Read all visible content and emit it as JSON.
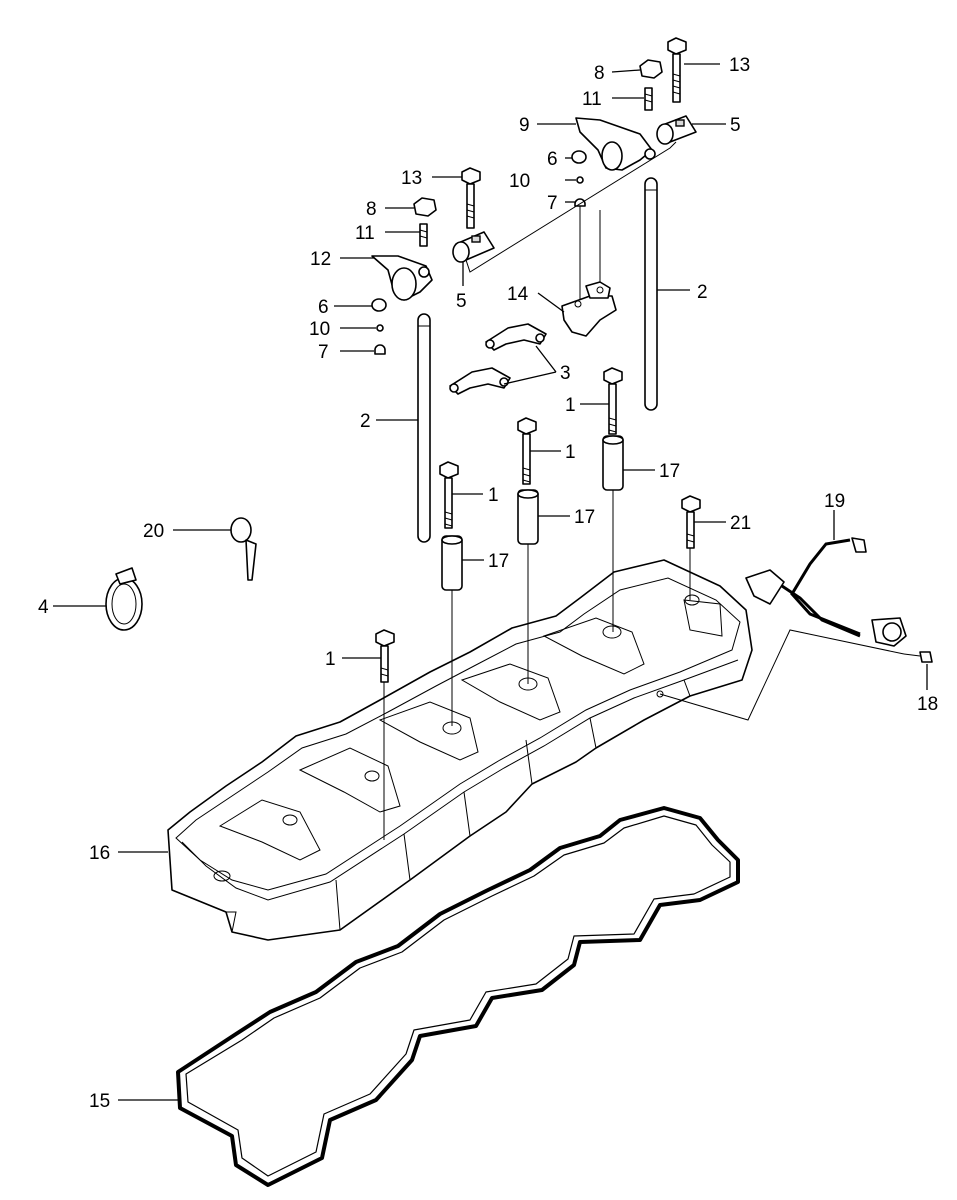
{
  "callouts": [
    {
      "id": "c13a",
      "text": "13"
    },
    {
      "id": "c8a",
      "text": "8"
    },
    {
      "id": "c11a",
      "text": "11"
    },
    {
      "id": "c9",
      "text": "9"
    },
    {
      "id": "c5a",
      "text": "5"
    },
    {
      "id": "c6a",
      "text": "6"
    },
    {
      "id": "c10a",
      "text": "10"
    },
    {
      "id": "c7a",
      "text": "7"
    },
    {
      "id": "c13b",
      "text": "13"
    },
    {
      "id": "c8b",
      "text": "8"
    },
    {
      "id": "c11b",
      "text": "11"
    },
    {
      "id": "c12",
      "text": "12"
    },
    {
      "id": "c5b",
      "text": "5"
    },
    {
      "id": "c6b",
      "text": "6"
    },
    {
      "id": "c10b",
      "text": "10"
    },
    {
      "id": "c7b",
      "text": "7"
    },
    {
      "id": "c14",
      "text": "14"
    },
    {
      "id": "c2a",
      "text": "2"
    },
    {
      "id": "c3",
      "text": "3"
    },
    {
      "id": "c2b",
      "text": "2"
    },
    {
      "id": "c1a",
      "text": "1"
    },
    {
      "id": "c1b",
      "text": "1"
    },
    {
      "id": "c1c",
      "text": "1"
    },
    {
      "id": "c17a",
      "text": "17"
    },
    {
      "id": "c17b",
      "text": "17"
    },
    {
      "id": "c17c",
      "text": "17"
    },
    {
      "id": "c20",
      "text": "20"
    },
    {
      "id": "c21",
      "text": "21"
    },
    {
      "id": "c19",
      "text": "19"
    },
    {
      "id": "c4",
      "text": "4"
    },
    {
      "id": "c1d",
      "text": "1"
    },
    {
      "id": "c18",
      "text": "18"
    },
    {
      "id": "c16",
      "text": "16"
    },
    {
      "id": "c15",
      "text": "15"
    }
  ]
}
